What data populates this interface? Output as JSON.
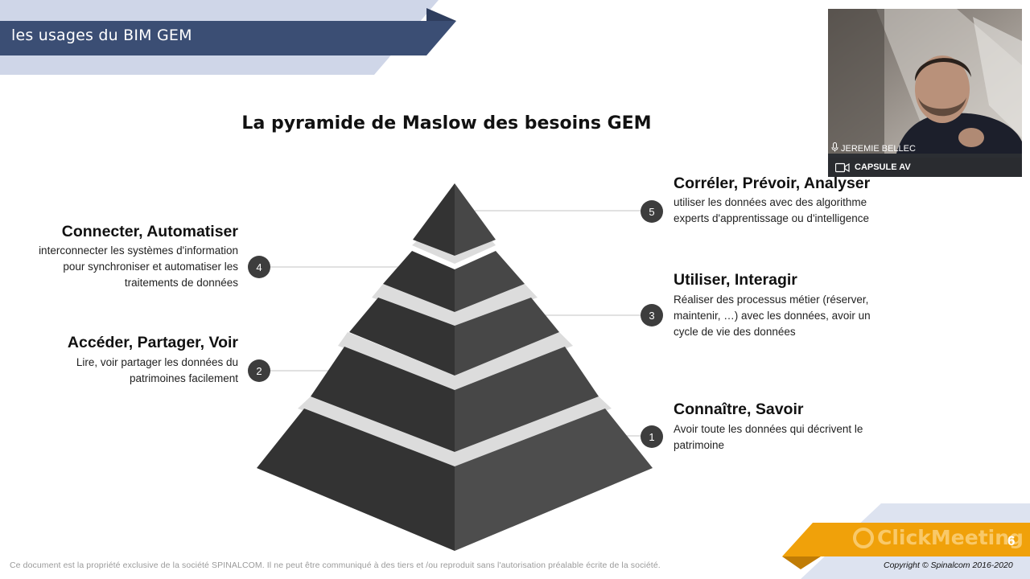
{
  "header": {
    "title": "les usages du BIM GEM"
  },
  "slide": {
    "title": "La pyramide de Maslow des besoins GEM",
    "levels": [
      {
        "number": "1",
        "title": "Connaître, Savoir",
        "description": "Avoir toute les données qui décrivent le patrimoine"
      },
      {
        "number": "2",
        "title": "Accéder, Partager, Voir",
        "description": "Lire, voir partager les données du patrimoines facilement"
      },
      {
        "number": "3",
        "title": "Utiliser, Interagir",
        "description": "Réaliser des processus métier (réserver, maintenir, …) avec les données, avoir un cycle de vie des données"
      },
      {
        "number": "4",
        "title": "Connecter, Automatiser",
        "description": "interconnecter les systèmes d'information pour synchroniser et automatiser les traitements de données"
      },
      {
        "number": "5",
        "title": "Corréler, Prévoir, Analyser",
        "description": "utiliser les données avec des algorithme experts d'apprentissage ou d'intelligence"
      }
    ],
    "page_number": "6"
  },
  "video": {
    "participant_name": "JEREMIE BELLEC",
    "mic_icon": "microphone-icon",
    "camera_icon": "camera-icon",
    "bar_label": "CAPSULE AV"
  },
  "footer": {
    "disclaimer": "Ce document est la propriété exclusive de la société SPINALCOM. Il ne peut être communiqué à des tiers et /ou reproduit sans l'autorisation préalable écrite de la société.",
    "copyright": "Copyright © Spinalcom 2016-2020",
    "brand": "ClickMeeting"
  },
  "colors": {
    "banner_dark": "#3b4e74",
    "banner_light": "#cfd6e8",
    "pyramid_dark": "#333333",
    "pyramid_light": "#4a4a4a",
    "accent_orange": "#f0a10a"
  }
}
